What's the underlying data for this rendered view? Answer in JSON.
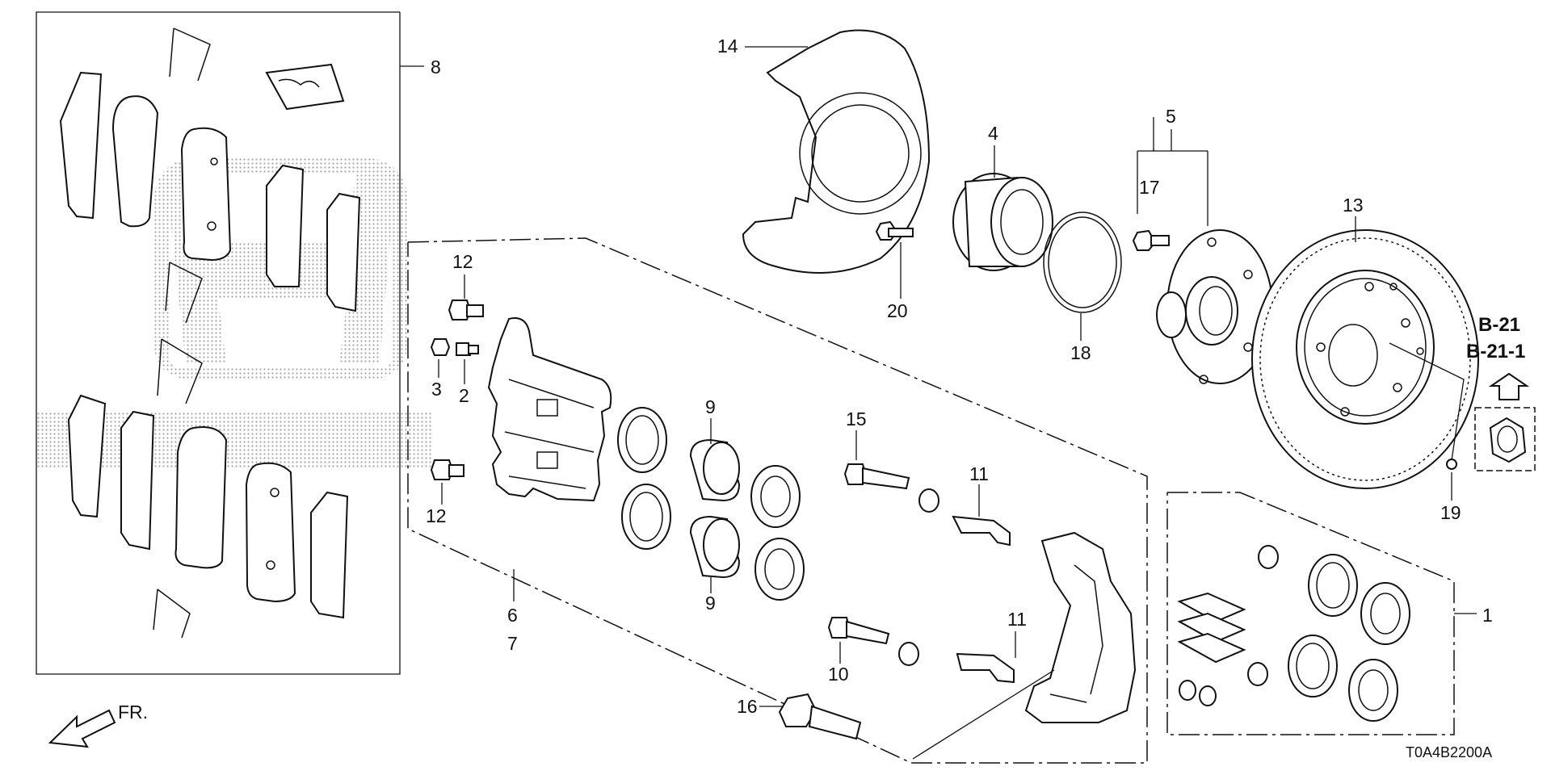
{
  "diagram": {
    "title": "",
    "code": "T0A4B2200A",
    "direction_label": "FR.",
    "reference_labels": [
      "B-21",
      "B-21-1"
    ],
    "callouts": {
      "c1": "1",
      "c2": "2",
      "c3": "3",
      "c4": "4",
      "c5": "5",
      "c6": "6",
      "c7": "7",
      "c8": "8",
      "c9a": "9",
      "c9b": "9",
      "c10": "10",
      "c11a": "11",
      "c11b": "11",
      "c12a": "12",
      "c12b": "12",
      "c13": "13",
      "c14": "14",
      "c15": "15",
      "c16": "16",
      "c17": "17",
      "c18": "18",
      "c19": "19",
      "c20": "20"
    }
  }
}
